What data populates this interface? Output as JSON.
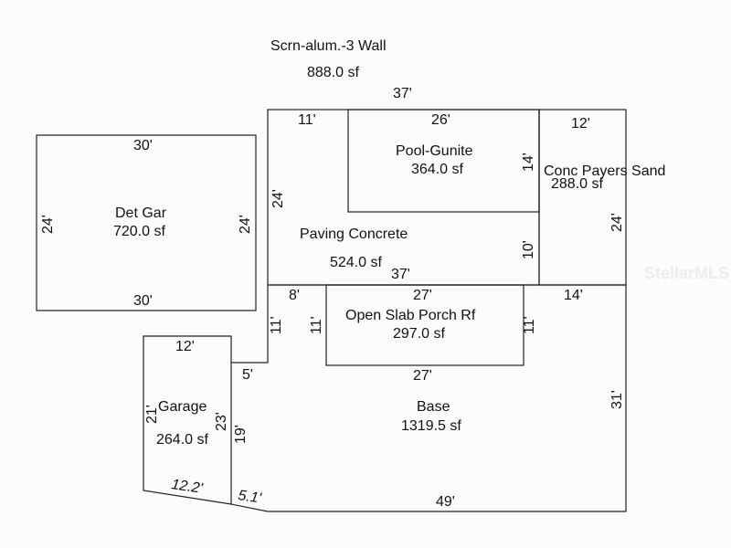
{
  "header": {
    "title": "Scrn-alum.-3 Wall",
    "area": "888.0 sf"
  },
  "watermark": "StellarMLS",
  "areas": {
    "det_gar": {
      "name": "Det Gar",
      "area": "720.0 sf",
      "dims": {
        "top": "30'",
        "bottom": "30'",
        "left": "24'",
        "right": "24'"
      }
    },
    "pool": {
      "name": "Pool-Gunite",
      "area": "364.0 sf",
      "dims": {
        "top": "26'",
        "right": "14'"
      }
    },
    "conc_pavers": {
      "name": "Conc Payers Sand",
      "area": "288.0 sf",
      "dims": {
        "top": "12'",
        "right": "24'"
      }
    },
    "paving": {
      "name": "Paving Concrete",
      "area": "524.0 sf",
      "dims": {
        "outer_top": "37'",
        "top": "11'",
        "left": "24'",
        "right": "10'",
        "bottom": "37'"
      }
    },
    "porch": {
      "name": "Open Slab Porch Rf",
      "area": "297.0 sf",
      "dims": {
        "top": "27'",
        "bottom": "27'",
        "left": "11'",
        "right": "11'"
      }
    },
    "garage": {
      "name": "Garage",
      "area": "264.0 sf",
      "dims": {
        "top": "12'",
        "left": "21'",
        "right": "23'",
        "bottom": "12.2'"
      }
    },
    "base": {
      "name": "Base",
      "area": "1319.5 sf",
      "dims": {
        "top_left": "8'",
        "step_vertical": "11'",
        "step": "5'",
        "left": "19'",
        "slant": "5.1'",
        "bottom": "49'",
        "right": "31'",
        "top_right": "14'"
      }
    }
  }
}
